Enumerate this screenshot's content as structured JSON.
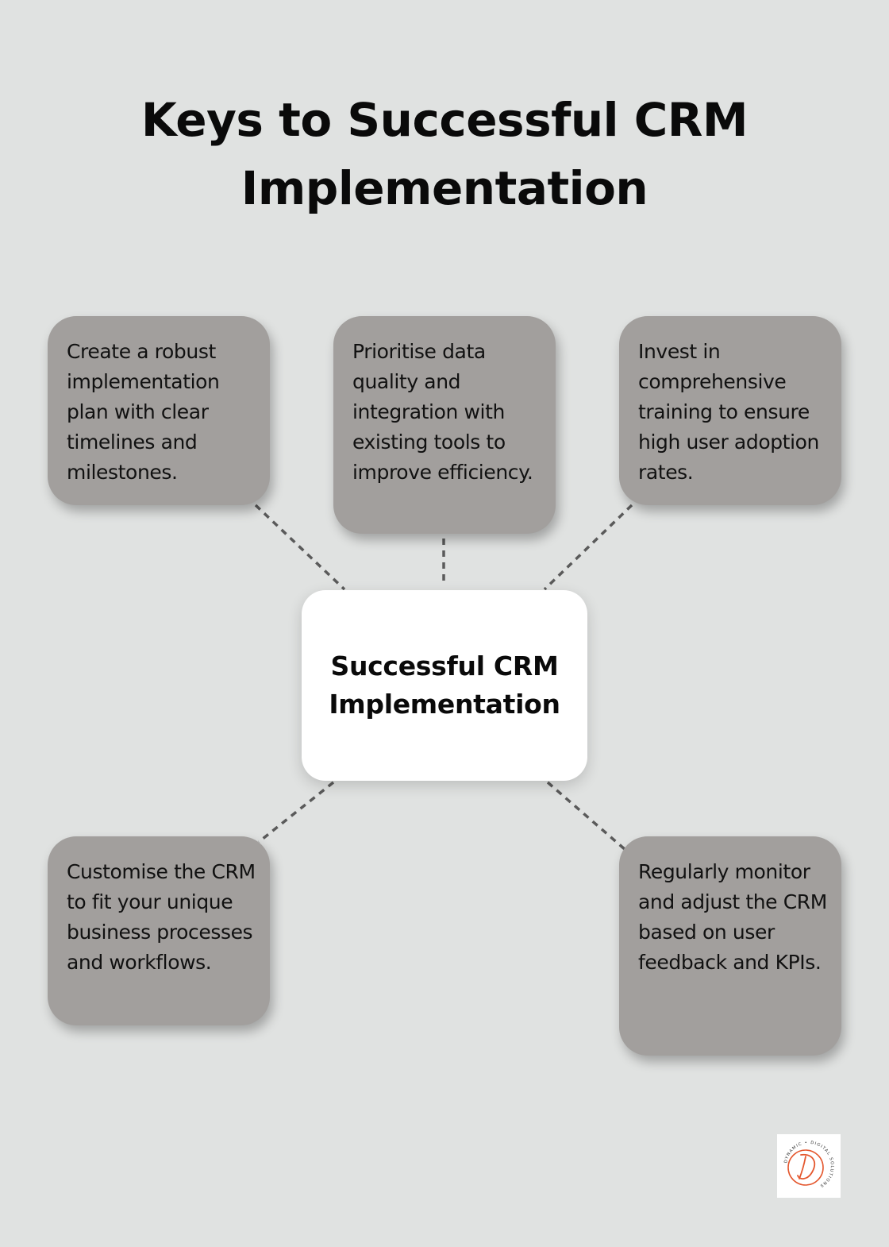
{
  "title": "Keys to Successful CRM Implementation",
  "center": {
    "label": "Successful CRM Implementation"
  },
  "nodes": [
    {
      "text": "Create a robust implementation plan with clear timelines and milestones."
    },
    {
      "text": "Prioritise data quality and integration with existing tools to improve efficiency."
    },
    {
      "text": "Invest in comprehensive training to ensure high user adoption rates."
    },
    {
      "text": "Customise the CRM to fit your unique business processes and workflows."
    },
    {
      "text": "Regularly monitor and adjust the CRM based on user feedback and KPIs."
    }
  ],
  "logo": {
    "ring_text": "DYNAMIC • DIGITAL SOLUTIONS",
    "monogram": "D"
  },
  "colors": {
    "background": "#e0e2e1",
    "node_fill": "#a29f9d",
    "center_fill": "#ffffff",
    "connector": "#5a5a5a",
    "logo_accent": "#e4572e"
  }
}
